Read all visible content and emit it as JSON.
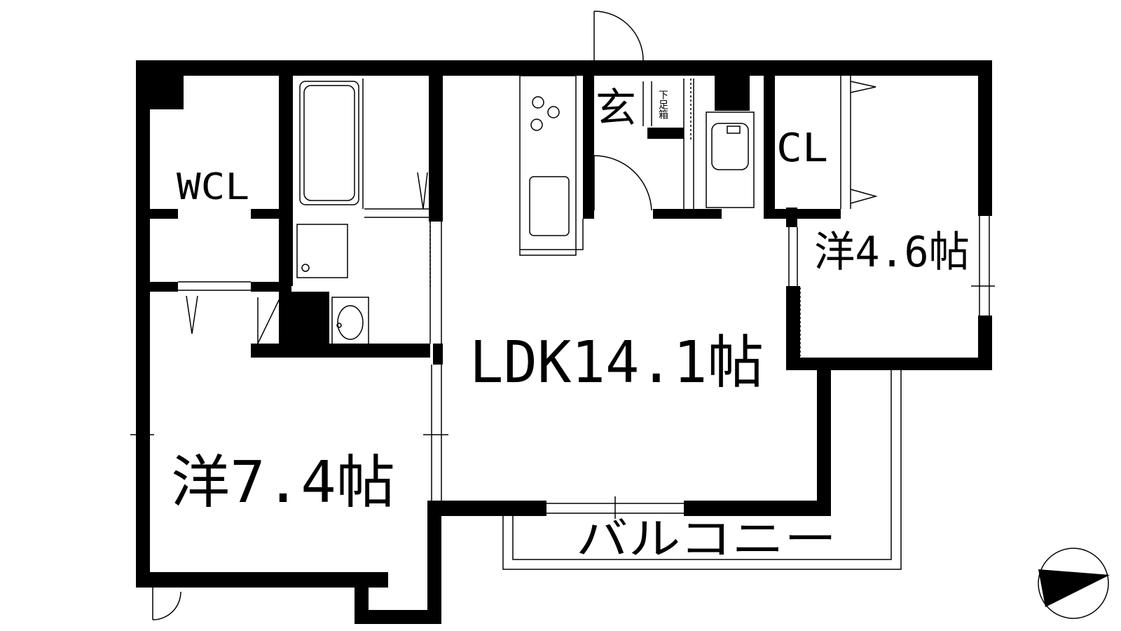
{
  "plan": {
    "rooms": {
      "ldk": "LDK14.1帖",
      "western_large": "洋7.4帖",
      "western_small": "洋4.6帖",
      "walk_in_closet": "WCL",
      "closet": "CL",
      "entrance": "玄",
      "shoe_box": "下足箱",
      "balcony": "バルコニー"
    },
    "colors": {
      "wall": "#000000",
      "line": "#000000",
      "background": "#ffffff"
    }
  }
}
